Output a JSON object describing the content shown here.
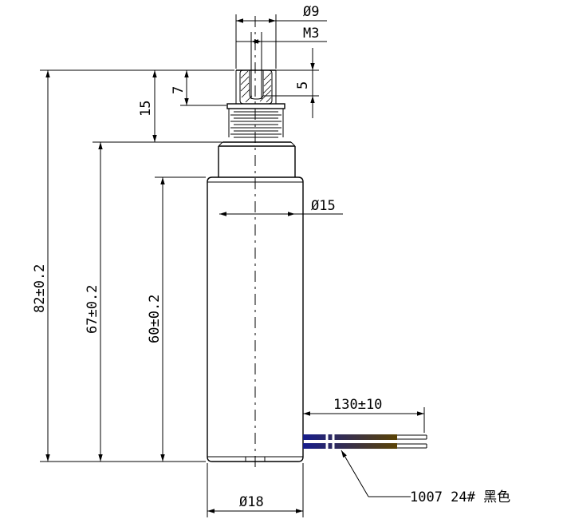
{
  "dimensions": {
    "top_outer_dia": "Ø9",
    "thread": "M3",
    "depth_5": "5",
    "depth_7": "7",
    "length_15": "15",
    "length_82": "82±0.2",
    "length_67": "67±0.2",
    "length_60": "60±0.2",
    "body_dia_15": "Ø15",
    "body_dia_18": "Ø18",
    "wire_length": "130±10"
  },
  "wire_note": "1007  24#   黑色",
  "colors": {
    "wire_insulation_left": "#1a1f8f",
    "wire_insulation_right": "#4a3a08",
    "wire_core": "#ffffff"
  }
}
